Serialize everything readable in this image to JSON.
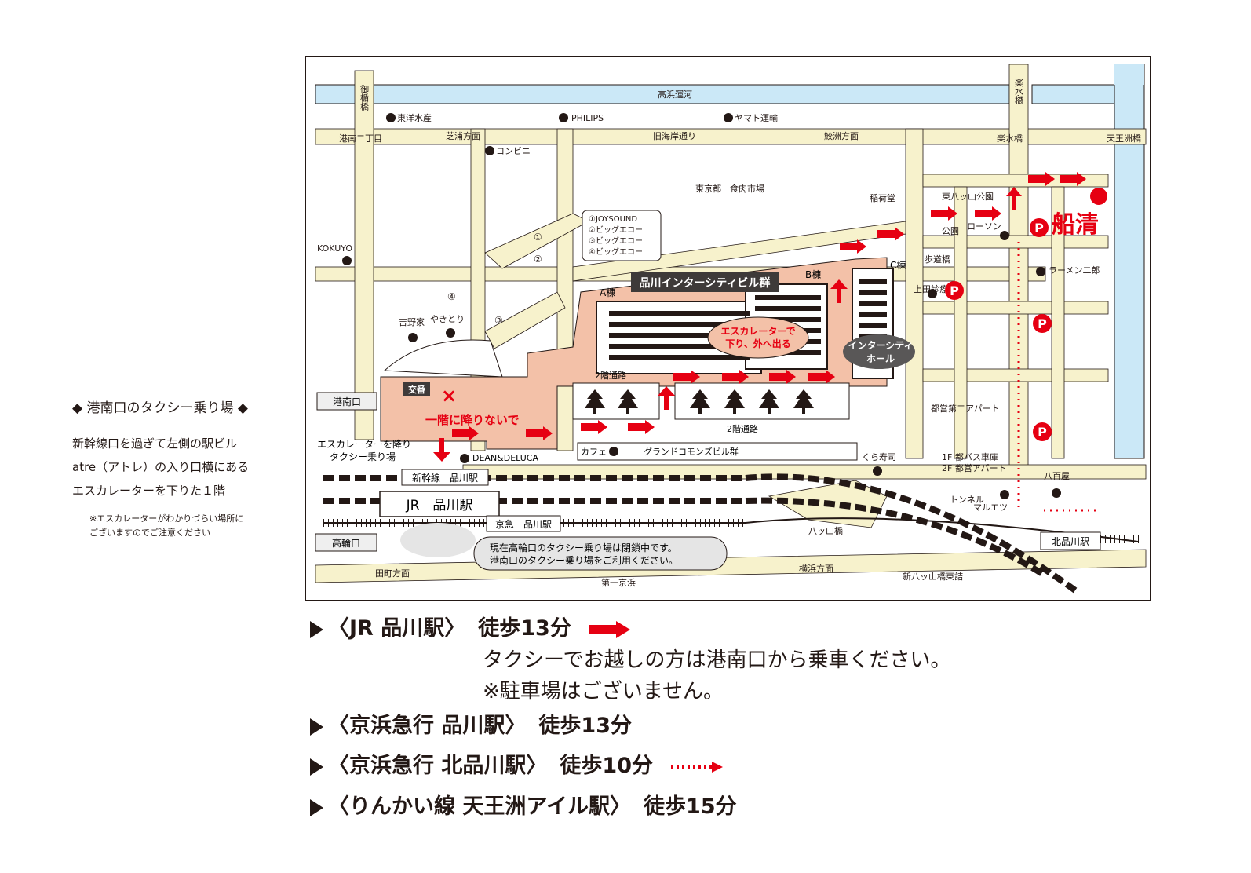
{
  "side_note": {
    "heading": "◆ 港南口のタクシー乗り場 ◆",
    "lines": [
      "新幹線口を過ぎて左側の駅ビル",
      "atre（アトレ）の入り口横にある",
      "エスカレーターを下りた１階"
    ],
    "caution": [
      "※エスカレーターがわかりづらい場所に",
      "ございますのでご注意ください"
    ]
  },
  "map": {
    "waterways": {
      "canal": "高浜運河"
    },
    "bridges": {
      "mihashi": "御楯橋",
      "rakusui": "楽水橋",
      "tennozu": "天王洲橋",
      "rakusui_label": "楽水橋"
    },
    "roads": {
      "konan2": "港南二丁目",
      "shibaura": "芝浦方面",
      "kyukaigan": "旧海岸通り",
      "samezu": "鮫洲方面",
      "tamachi": "田町方面",
      "daiichi_keihin": "第一京浜",
      "yokohama": "横浜方面",
      "shinyatsuyama": "新八ッ山橋東詰",
      "yatsuyama": "八ッ山橋",
      "tunnel": "トンネル",
      "footbridge": "歩道橋"
    },
    "places": {
      "toyo_suisan": "東洋水産",
      "philips": "PHILIPS",
      "yamato": "ヤマト運輸",
      "konbini": "コンビニ",
      "meat_market": "東京都　食肉市場",
      "kokuyo": "KOKUYO",
      "yoshinoya": "吉野家",
      "yakitori": "やきとり",
      "koban": "交番",
      "inarido": "稲荷堂",
      "park": "東八ッ山公園",
      "koen": "公園",
      "lawson": "ローソン",
      "ramen": "ラーメン二郎",
      "clinic": "上田診療所",
      "apartment": "都営第二アパート",
      "kura": "くら寿司",
      "bus": "1F 都バス車庫",
      "bus2": "2F 都営アパート",
      "yaoya": "八百屋",
      "maruetsu": "マルエツ",
      "cafe": "カフェ",
      "grand": "グランドコモンズビル群",
      "dean": "DEAN&DELUCA",
      "funasei": "船清"
    },
    "karaoke": [
      "①JOYSOUND",
      "②ビッグエコー",
      "③ビッグエコー",
      "④ビッグエコー"
    ],
    "karaoke_nums": [
      "①",
      "②",
      "③",
      "④"
    ],
    "buildings": {
      "group": "品川インターシティビル群",
      "a": "A棟",
      "b": "B棟",
      "c": "C棟",
      "hall1": "インターシティ",
      "hall2": "ホール",
      "passage1": "2階通路",
      "passage2": "2階通路"
    },
    "callouts": {
      "escalator1": "エスカレーターで",
      "escalator2": "下り、外へ出る",
      "no_down": "一階に降りないで",
      "taxi1": "エスカレーターを降り",
      "taxi2": "タクシー乗り場",
      "closed1": "現在高輪口のタクシー乗り場は閉鎖中です。",
      "closed2": "港南口のタクシー乗り場をご利用ください。"
    },
    "stations": {
      "konan_exit": "港南口",
      "takanawa_exit": "高輪口",
      "shinkansen": "新幹線　品川駅",
      "jr": "JR　品川駅",
      "keikyu": "京急　品川駅",
      "kita": "北品川駅"
    },
    "parking": "P",
    "colors": {
      "road": "#f7f2cc",
      "water": "#cbe8f7",
      "station_area": "#f3c1a8",
      "route": "#e60012",
      "dark": "#231815"
    }
  },
  "access": {
    "jr": {
      "station": "〈JR 品川駅〉",
      "walk": "徒歩13分",
      "note1": "タクシーでお越しの方は港南口から乗車ください。",
      "note2": "※駐車場はございません。"
    },
    "keikyu": {
      "station": "〈京浜急行 品川駅〉",
      "walk": "徒歩13分"
    },
    "kita": {
      "station": "〈京浜急行 北品川駅〉",
      "walk": "徒歩10分"
    },
    "rinkai": {
      "station": "〈りんかい線 天王洲アイル駅〉",
      "walk": "徒歩15分"
    }
  }
}
